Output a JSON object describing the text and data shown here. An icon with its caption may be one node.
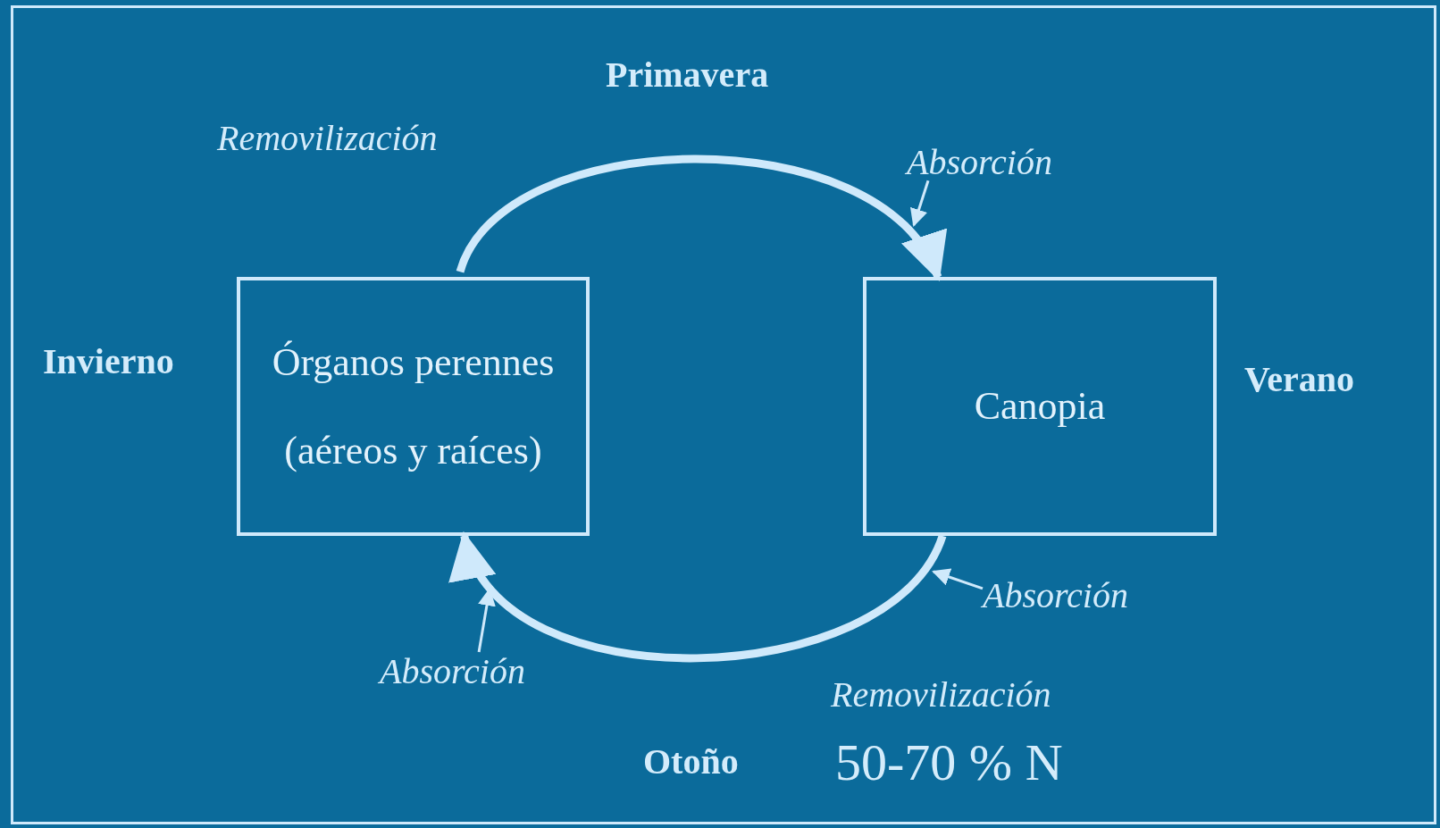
{
  "diagram": {
    "nodes": [
      {
        "text": [
          "Absorción"
        ]
      },
      {
        "text": [
          "Órganos perennes",
          "(aéreos y raíces)"
        ]
      },
      {
        "text": [
          "Canopia"
        ]
      },
      {
        "text": [
          "Absorción"
        ]
      },
      {
        "text": [
          "Absorción"
        ]
      }
    ],
    "edges": [
      {
        "from": 1,
        "to": 2,
        "arrow": "to",
        "style": "thick"
      },
      {
        "from": 2,
        "to": 1,
        "arrow": "to",
        "style": "thick"
      },
      {
        "from": 0,
        "to": null,
        "arrow": "to"
      },
      {
        "from": 3,
        "to": null,
        "arrow": "to"
      },
      {
        "from": 4,
        "to": null,
        "arrow": "to"
      }
    ],
    "labels": [
      "Primavera",
      "Removilización",
      "Invierno",
      "Verano",
      "Removilización",
      "Otoño",
      "50-70 % N"
    ]
  }
}
